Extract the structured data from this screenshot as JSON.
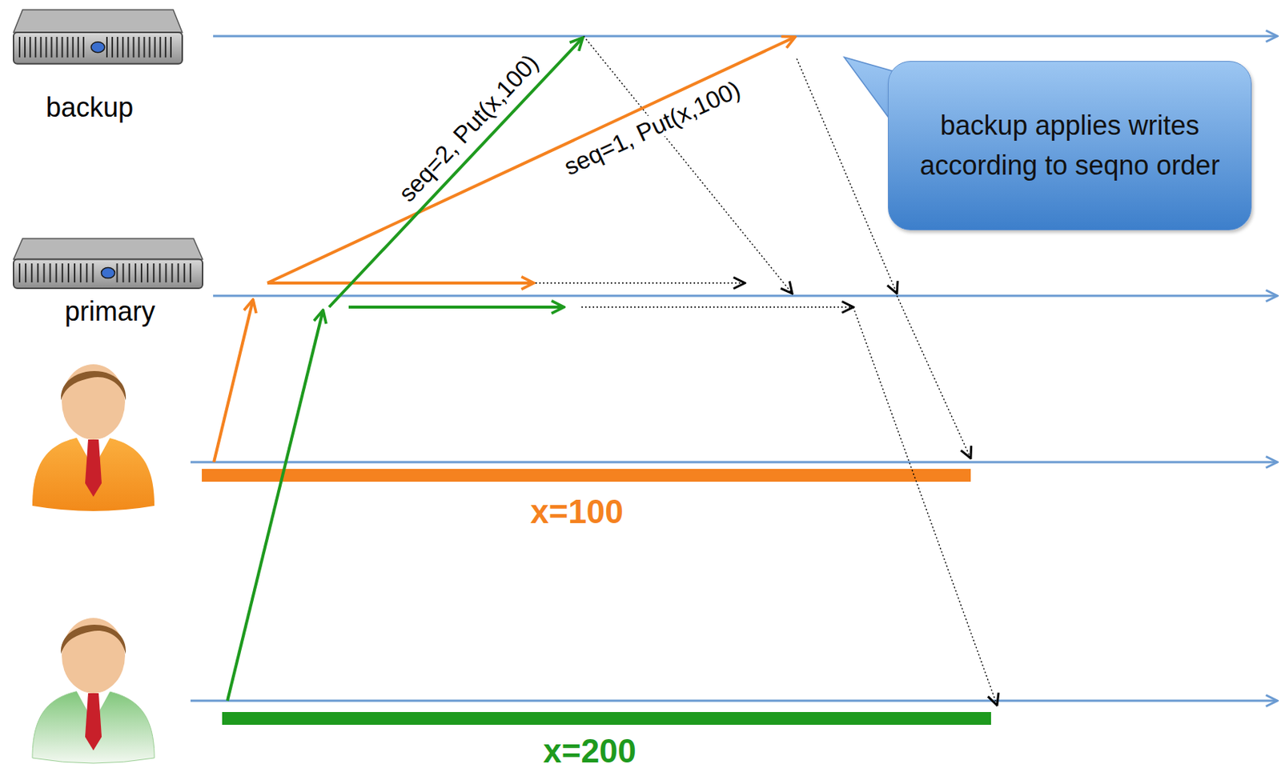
{
  "diagram": {
    "nodes": [
      {
        "text": [
          "backup"
        ]
      },
      {
        "text": [
          "primary"
        ]
      },
      {
        "text": [
          "backup applies writes according to seqno order"
        ]
      }
    ],
    "labels": [
      "seq=2, Put(x,100)",
      "seq=1, Put(x,100)",
      "x=100",
      "x=200"
    ]
  }
}
